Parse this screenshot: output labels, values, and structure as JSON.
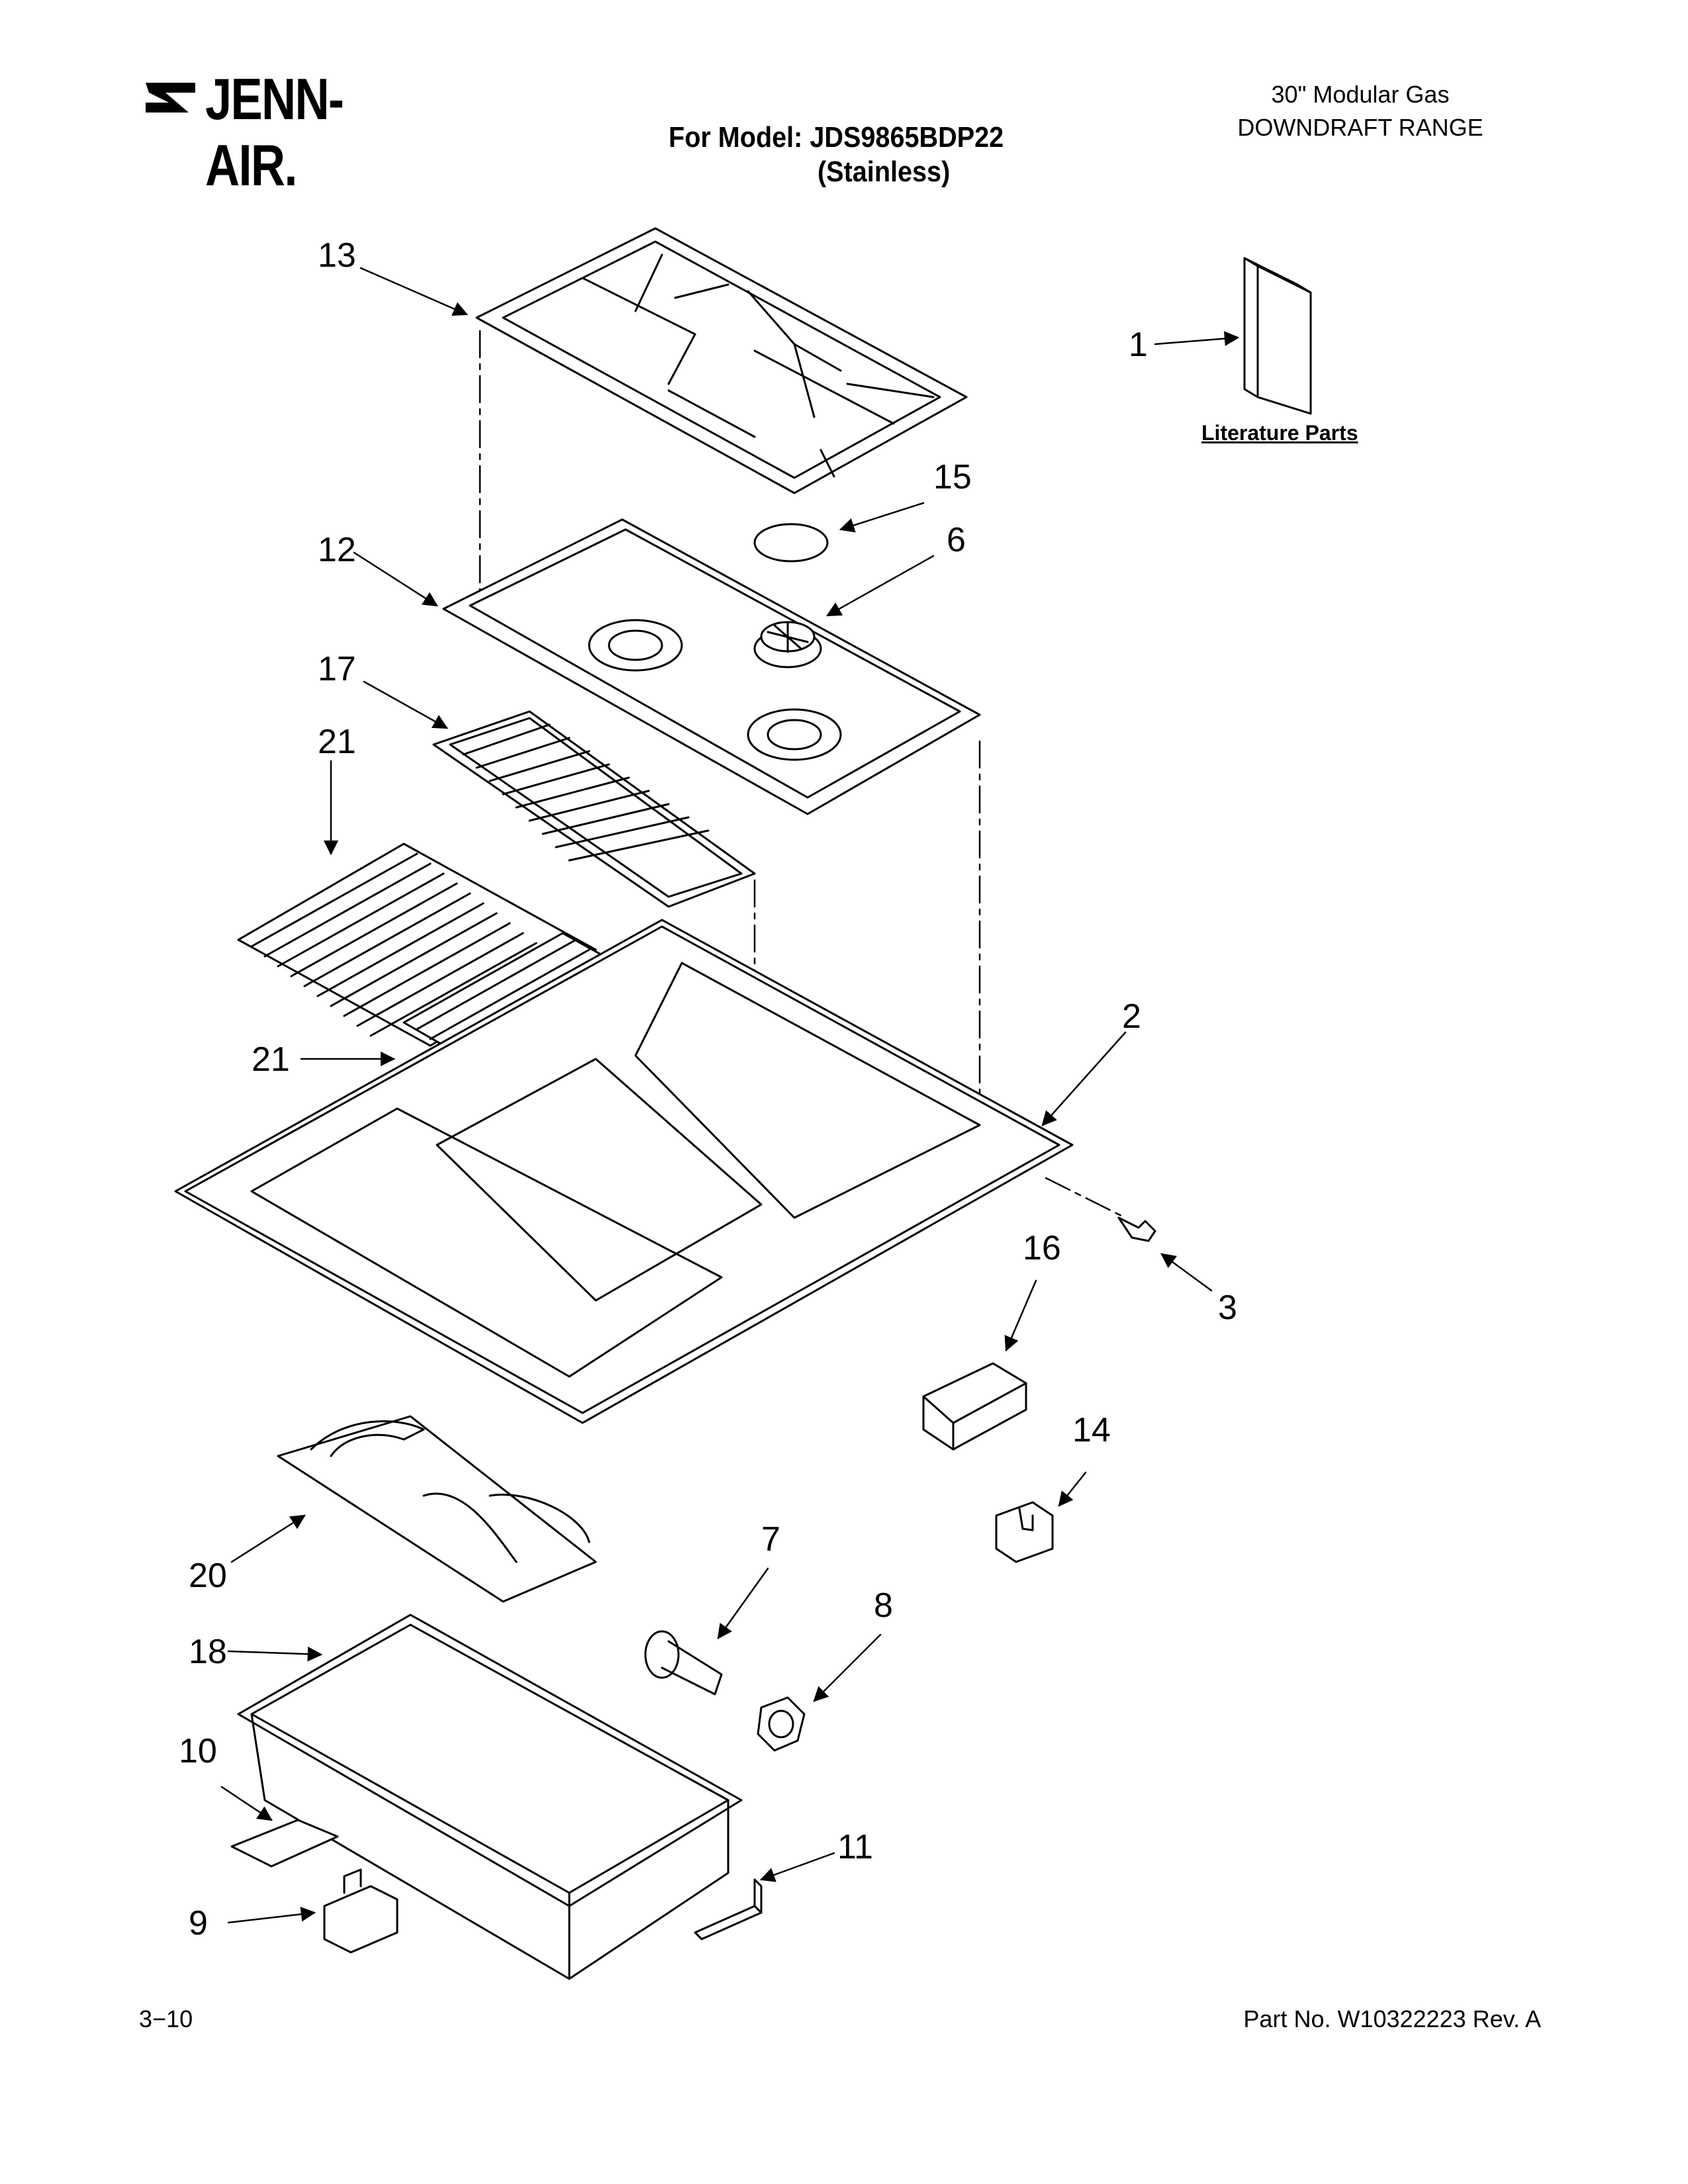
{
  "header": {
    "brand": "JENN-AIR.",
    "model_line": "For Model: JDS9865BDP22",
    "model_finish": "(Stainless)",
    "product_line1": "30\" Modular Gas",
    "product_line2": "DOWNDRAFT RANGE"
  },
  "literature_label": "Literature Parts",
  "callouts": {
    "c1": "1",
    "c2": "2",
    "c3": "3",
    "c6": "6",
    "c7": "7",
    "c8": "8",
    "c9": "9",
    "c10": "10",
    "c11": "11",
    "c12": "12",
    "c13": "13",
    "c14": "14",
    "c15": "15",
    "c16": "16",
    "c17": "17",
    "c18": "18",
    "c20": "20",
    "c21a": "21",
    "c21b": "21"
  },
  "footer": {
    "page": "3−10",
    "part_number": "Part No. W10322223 Rev. A"
  }
}
